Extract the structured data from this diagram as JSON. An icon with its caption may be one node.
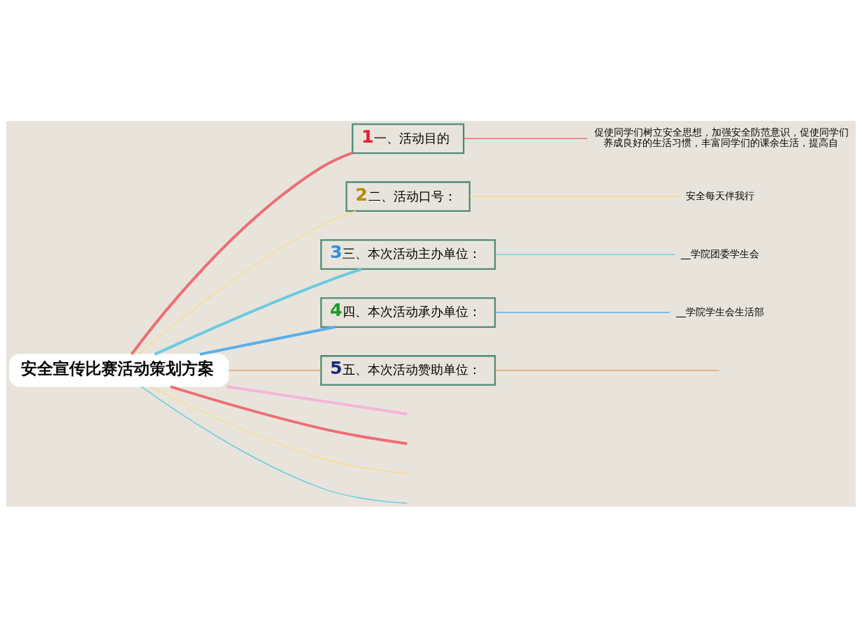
{
  "diagram": {
    "nodes": [
      {
        "text": [
          "安全宣传比赛活动策划方案"
        ]
      },
      {
        "text": [
          "1",
          "一、活动目的"
        ]
      },
      {
        "text": [
          "2",
          "二、活动口号："
        ]
      },
      {
        "text": [
          "3",
          "三、本次活动主办单位："
        ]
      },
      {
        "text": [
          "4",
          "四、本次活动承办单位："
        ]
      },
      {
        "text": [
          "5",
          "五、本次活动赞助单位："
        ]
      },
      {
        "text": [
          "促使同学们树立安全思想，加强安全防范意识，促使同学们养成良好的生活习惯，丰富同学们的课余生活，提高自"
        ]
      },
      {
        "text": [
          "安全每天伴我行"
        ]
      },
      {
        "text": [
          "__学院团委学生会"
        ]
      },
      {
        "text": [
          "__学院学生会生活部"
        ]
      }
    ],
    "edges": [
      {
        "from": 0,
        "to": 1,
        "arrow": "none",
        "style": "thick",
        "color": "#ee6e73"
      },
      {
        "from": 0,
        "to": 2,
        "arrow": "none",
        "color": "#f9dc82"
      },
      {
        "from": 0,
        "to": 3,
        "arrow": "none",
        "style": "thick",
        "color": "#6ccbe0"
      },
      {
        "from": 0,
        "to": 4,
        "arrow": "none",
        "style": "thick",
        "color": "#5aaeea"
      },
      {
        "from": 0,
        "to": 5,
        "arrow": "none",
        "color": "#eaa060"
      },
      {
        "from": 0,
        "to": null,
        "arrow": "none",
        "color": "#6ccbe0"
      },
      {
        "from": 0,
        "to": null,
        "arrow": "none",
        "color": "#f9dc82"
      },
      {
        "from": 0,
        "to": null,
        "arrow": "none",
        "style": "thick",
        "color": "#ee6e73"
      },
      {
        "from": 0,
        "to": null,
        "arrow": "none",
        "style": "thick",
        "color": "#f3b6da"
      },
      {
        "from": 1,
        "to": 6,
        "arrow": "none",
        "color": "#ee6e73"
      },
      {
        "from": 2,
        "to": 7,
        "arrow": "none",
        "color": "#f9dc82"
      },
      {
        "from": 3,
        "to": 8,
        "arrow": "none",
        "color": "#6ccbe0"
      },
      {
        "from": 4,
        "to": 9,
        "arrow": "none",
        "color": "#5aaeea"
      },
      {
        "from": 5,
        "to": null,
        "arrow": "none",
        "color": "#eaa060"
      }
    ]
  }
}
